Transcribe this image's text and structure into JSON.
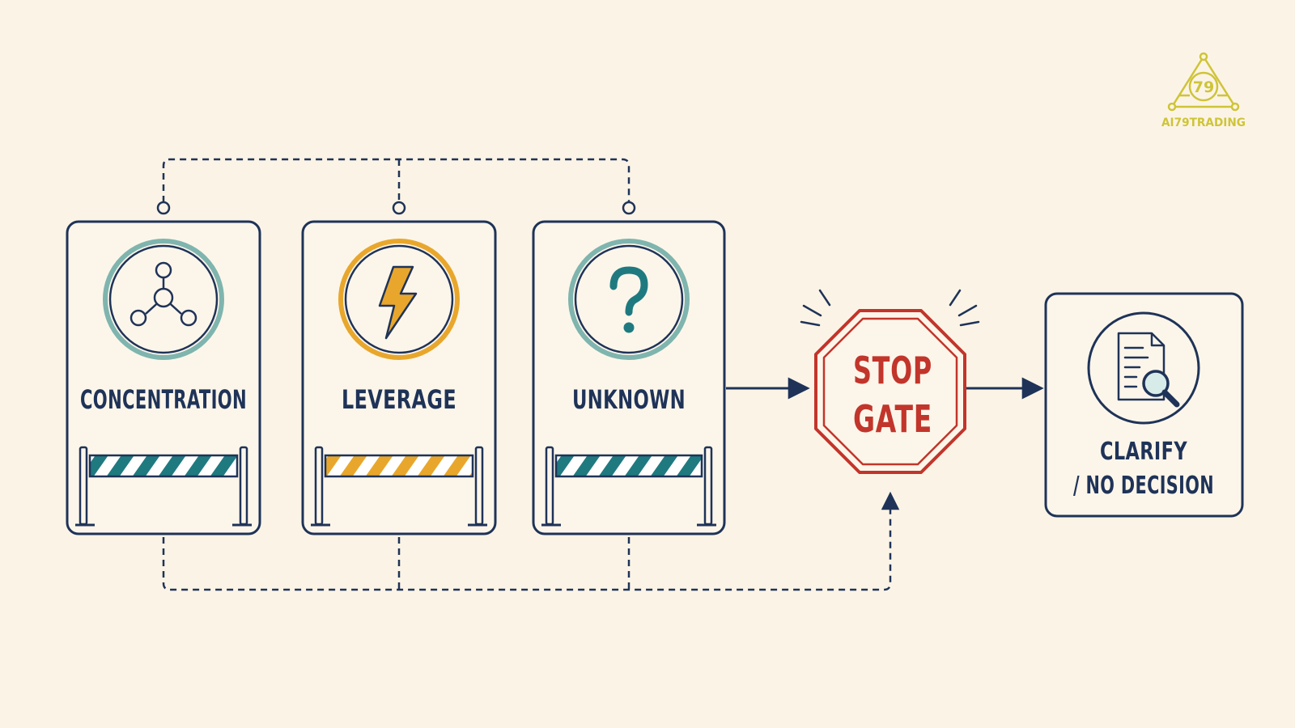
{
  "colors": {
    "background": "#fbf4e6",
    "navy": "#1f3358",
    "teal": "#1f7a80",
    "teal_light": "#7fb5ae",
    "amber": "#e8a72c",
    "red": "#c2352b",
    "logo": "#cfc438"
  },
  "cards": [
    {
      "label": "CONCENTRATION",
      "icon": "network-node-icon",
      "accent": "teal"
    },
    {
      "label": "LEVERAGE",
      "icon": "lightning-bolt-icon",
      "accent": "amber"
    },
    {
      "label": "UNKNOWN",
      "icon": "question-mark-icon",
      "accent": "teal"
    }
  ],
  "stop_gate": {
    "line1": "STOP",
    "line2": "GATE"
  },
  "outcome": {
    "line1": "CLARIFY",
    "line2": "/ NO DECISION",
    "icon": "document-search-icon"
  },
  "logo": {
    "number": "79",
    "text": "AI79TRADING"
  }
}
